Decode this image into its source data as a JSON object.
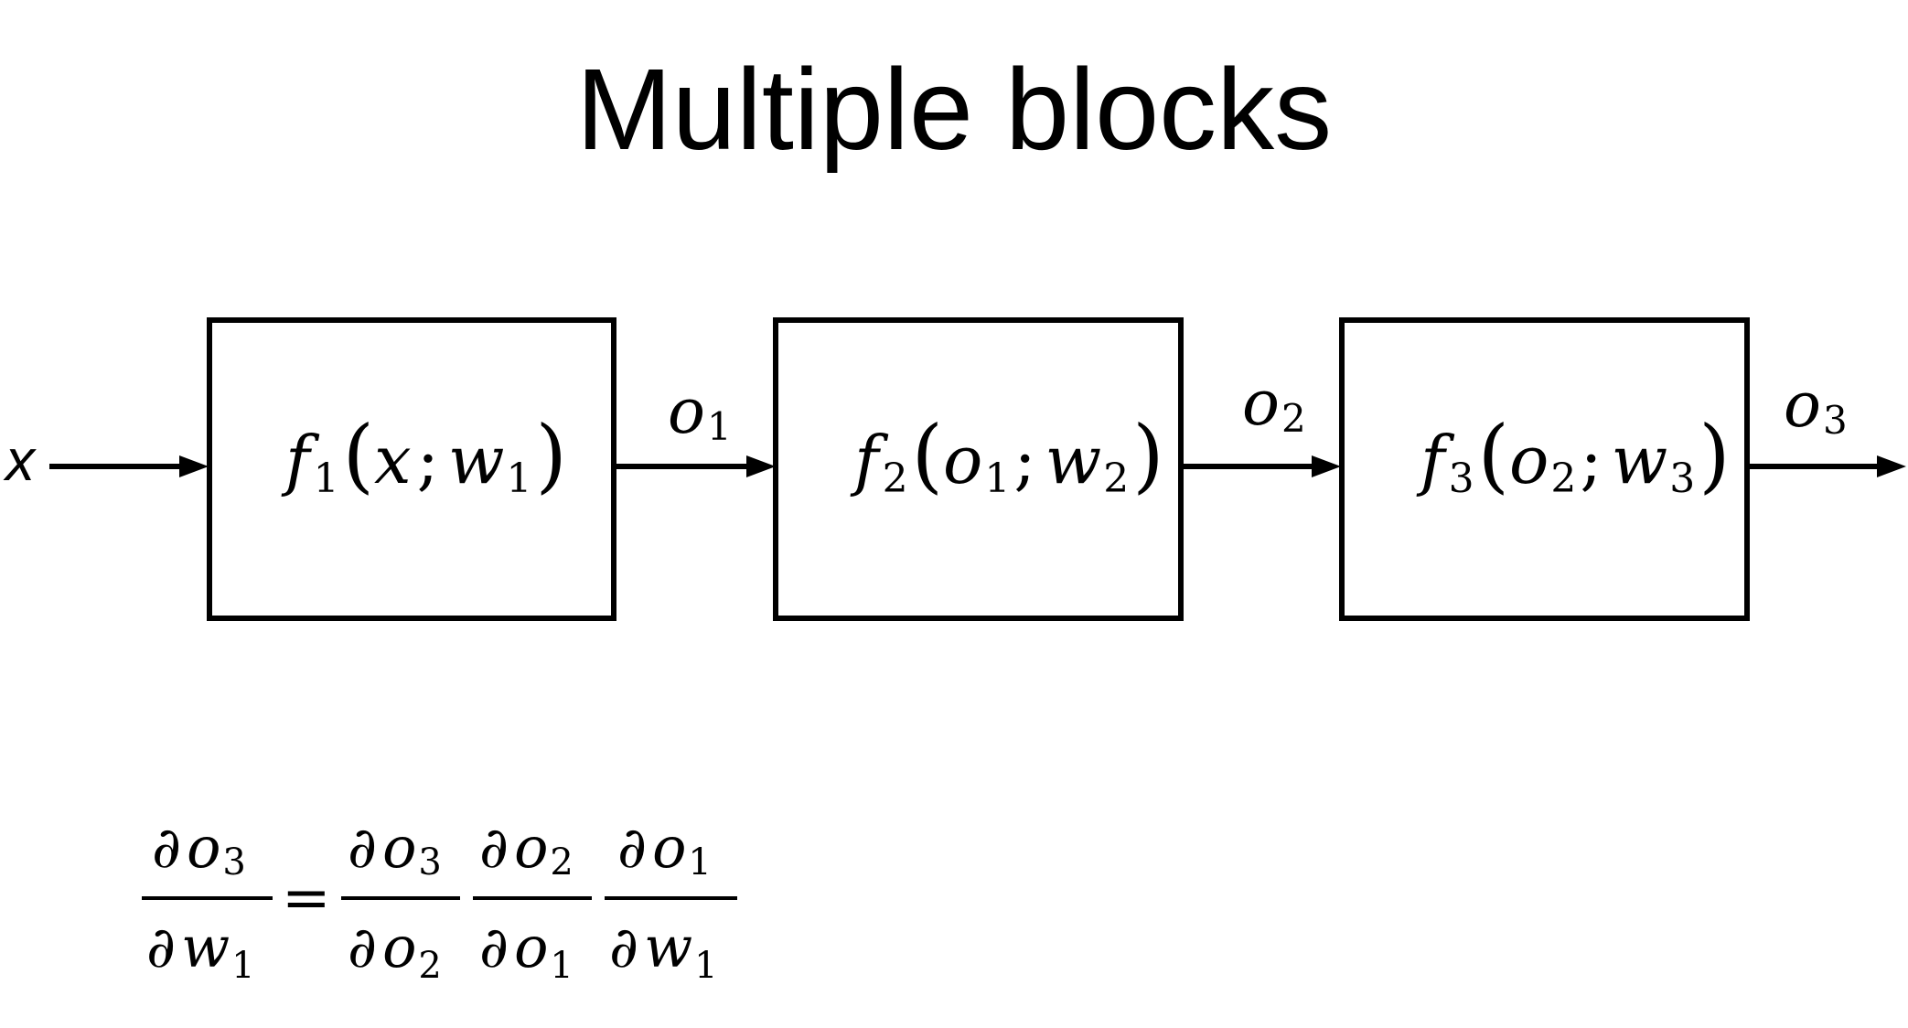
{
  "title": "Multiple blocks",
  "input_label": "x",
  "blocks": [
    {
      "fn": "f",
      "sub": "1",
      "arg": "x",
      "arg_sub": "",
      "w": "w",
      "w_sub": "1"
    },
    {
      "fn": "f",
      "sub": "2",
      "arg": "o",
      "arg_sub": "1",
      "w": "w",
      "w_sub": "2"
    },
    {
      "fn": "f",
      "sub": "3",
      "arg": "o",
      "arg_sub": "2",
      "w": "w",
      "w_sub": "3"
    }
  ],
  "outputs": [
    {
      "sym": "o",
      "sub": "1"
    },
    {
      "sym": "o",
      "sub": "2"
    },
    {
      "sym": "o",
      "sub": "3"
    }
  ],
  "equation": {
    "lhs": {
      "num": {
        "sym": "o",
        "sub": "3"
      },
      "den": {
        "sym": "w",
        "sub": "1"
      }
    },
    "equals": "=",
    "rhs": [
      {
        "num": {
          "sym": "o",
          "sub": "3"
        },
        "den": {
          "sym": "o",
          "sub": "2"
        }
      },
      {
        "num": {
          "sym": "o",
          "sub": "2"
        },
        "den": {
          "sym": "o",
          "sub": "1"
        }
      },
      {
        "num": {
          "sym": "o",
          "sub": "1"
        },
        "den": {
          "sym": "w",
          "sub": "1"
        }
      }
    ],
    "partial_symbol": "∂"
  }
}
